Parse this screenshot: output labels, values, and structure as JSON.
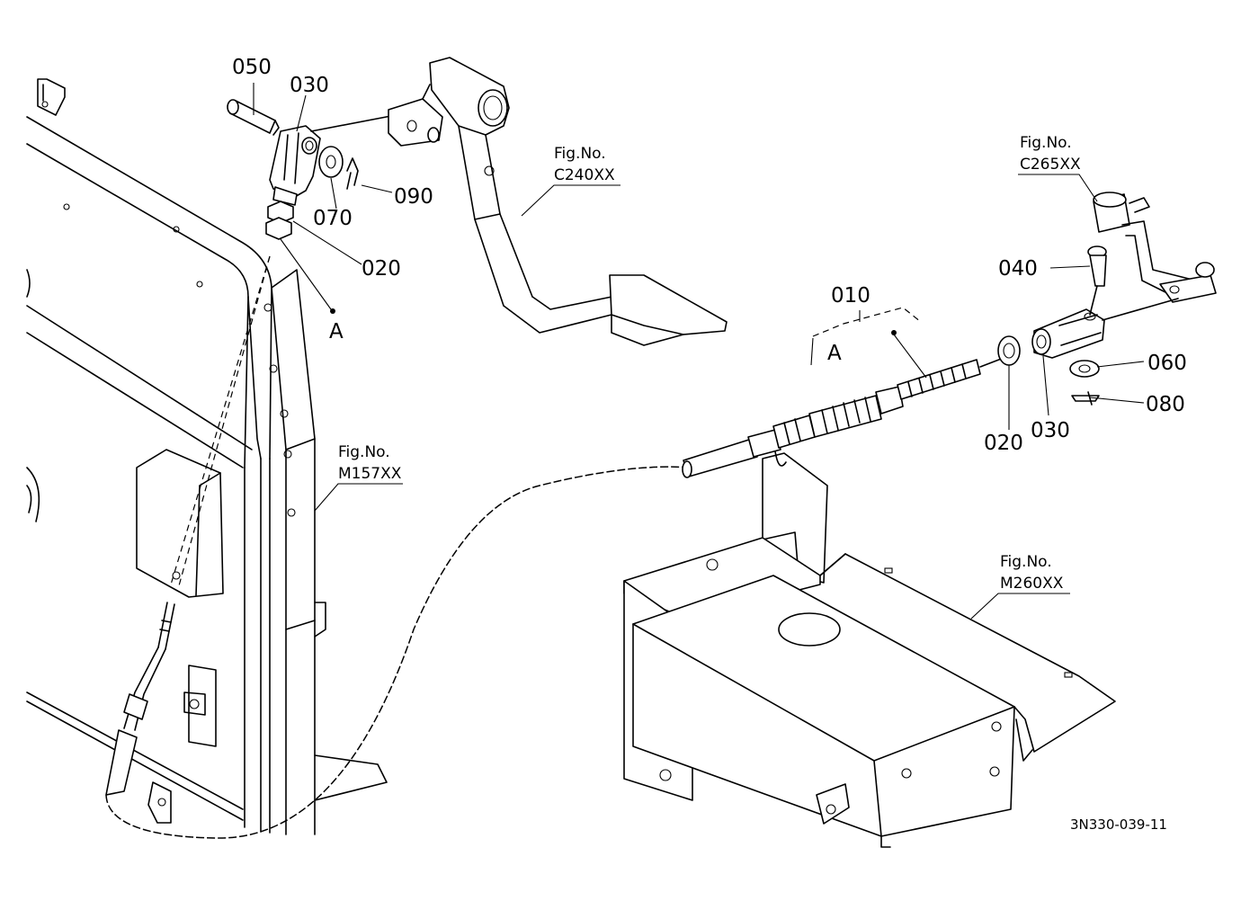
{
  "labels": {
    "p050": "050",
    "p030_top": "030",
    "p070": "070",
    "p090": "090",
    "p020_top": "020",
    "a_top": "A",
    "p010": "010",
    "a_mid": "A",
    "p040": "040",
    "p060": "060",
    "p080": "080",
    "p020_right": "020",
    "p030_right": "030"
  },
  "figure_refs": {
    "c240": {
      "title": "Fig.No.",
      "code": "C240XX"
    },
    "c265": {
      "title": "Fig.No.",
      "code": "C265XX"
    },
    "m157": {
      "title": "Fig.No.",
      "code": "M157XX"
    },
    "m260": {
      "title": "Fig.No.",
      "code": "M260XX"
    }
  },
  "drawing_number": "3N330-039-11"
}
